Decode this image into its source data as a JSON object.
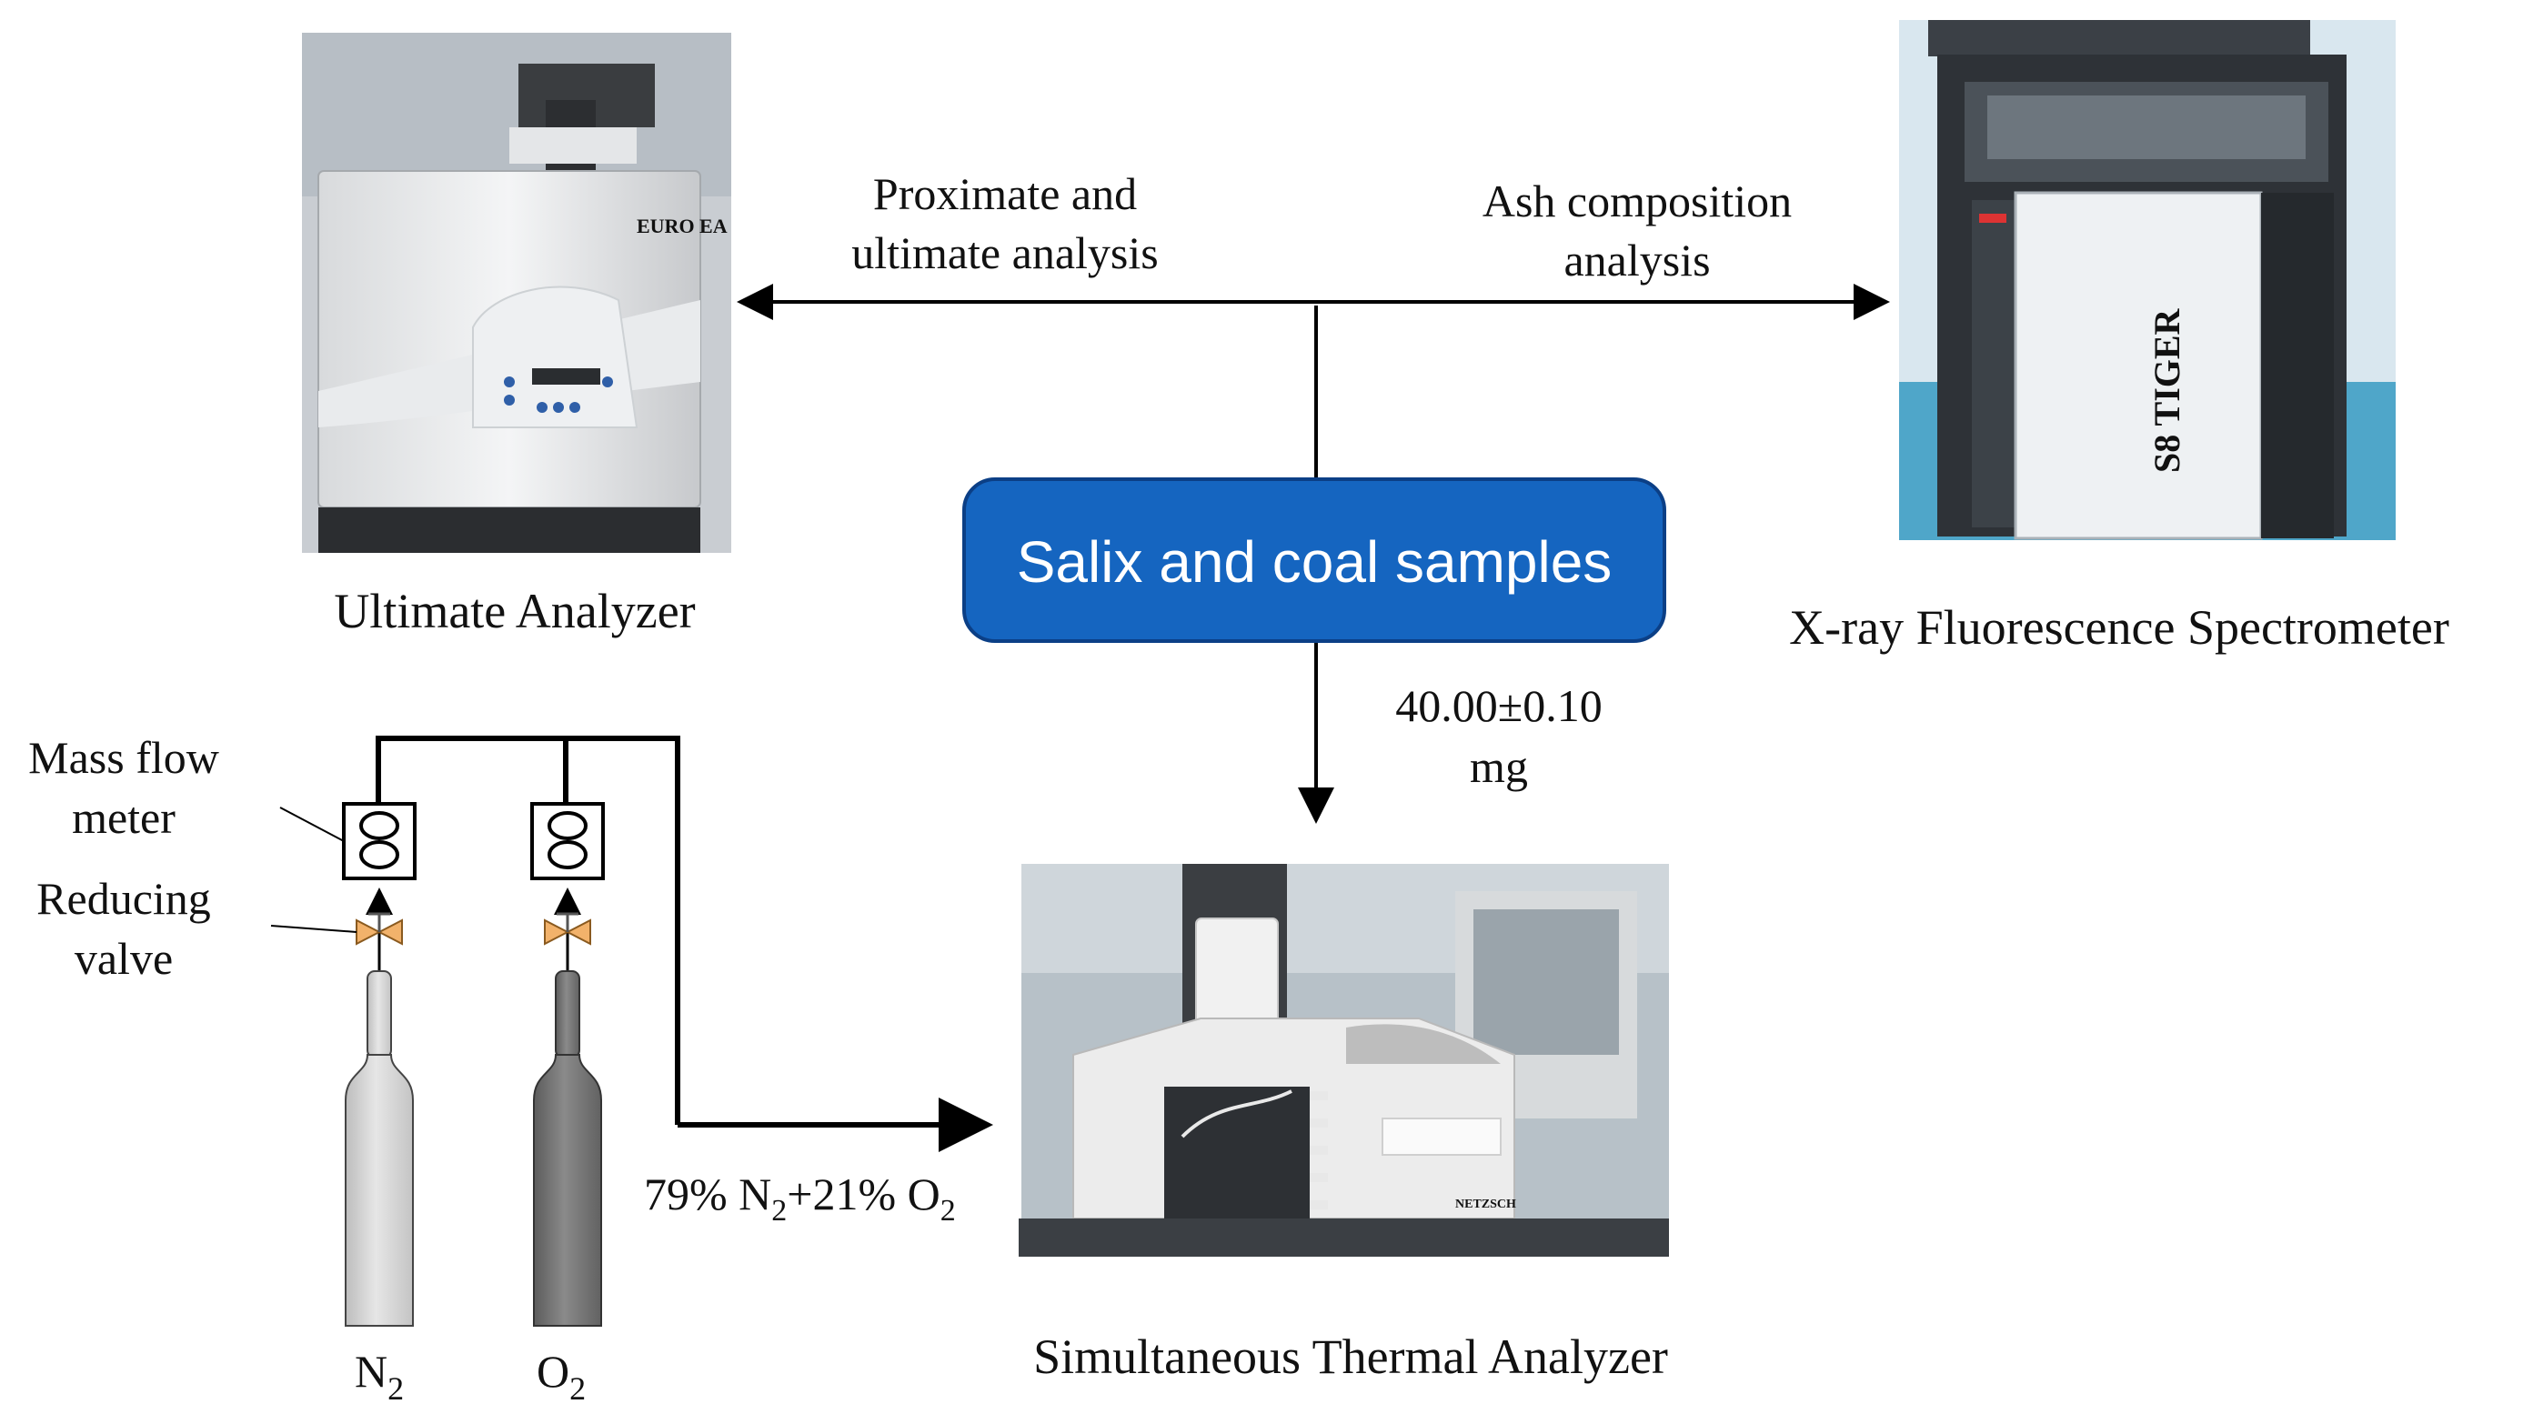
{
  "center_box": {
    "label": "Salix  and coal samples",
    "fill": "#1565C0",
    "stroke": "#0b3f86"
  },
  "left_arrow_label": {
    "line1": "Proximate and",
    "line2": "ultimate analysis"
  },
  "right_arrow_label": {
    "line1": "Ash composition",
    "line2": "analysis"
  },
  "down_arrow_label": {
    "line1": "40.00±0.10",
    "line2": "mg"
  },
  "instruments": {
    "ultimate": {
      "caption": "Ultimate Analyzer",
      "brand": "EURO EA"
    },
    "xrf": {
      "caption": "X-ray Fluorescence Spectrometer",
      "brand": "S8 TIGER"
    },
    "sta": {
      "caption": "Simultaneous Thermal Analyzer",
      "brand": "NETZSCH"
    }
  },
  "gas": {
    "mass_flow": {
      "line1": "Mass flow",
      "line2": "meter"
    },
    "valve": {
      "line1": "Reducing",
      "line2": "valve"
    },
    "mix": {
      "p1": "79% N",
      "s1": "2",
      "p2": "+21% O",
      "s2": "2"
    },
    "n2": {
      "main": "N",
      "sub": "2",
      "color": "#d9d9d9"
    },
    "o2": {
      "main": "O",
      "sub": "2",
      "color": "#7a7a7a"
    }
  }
}
